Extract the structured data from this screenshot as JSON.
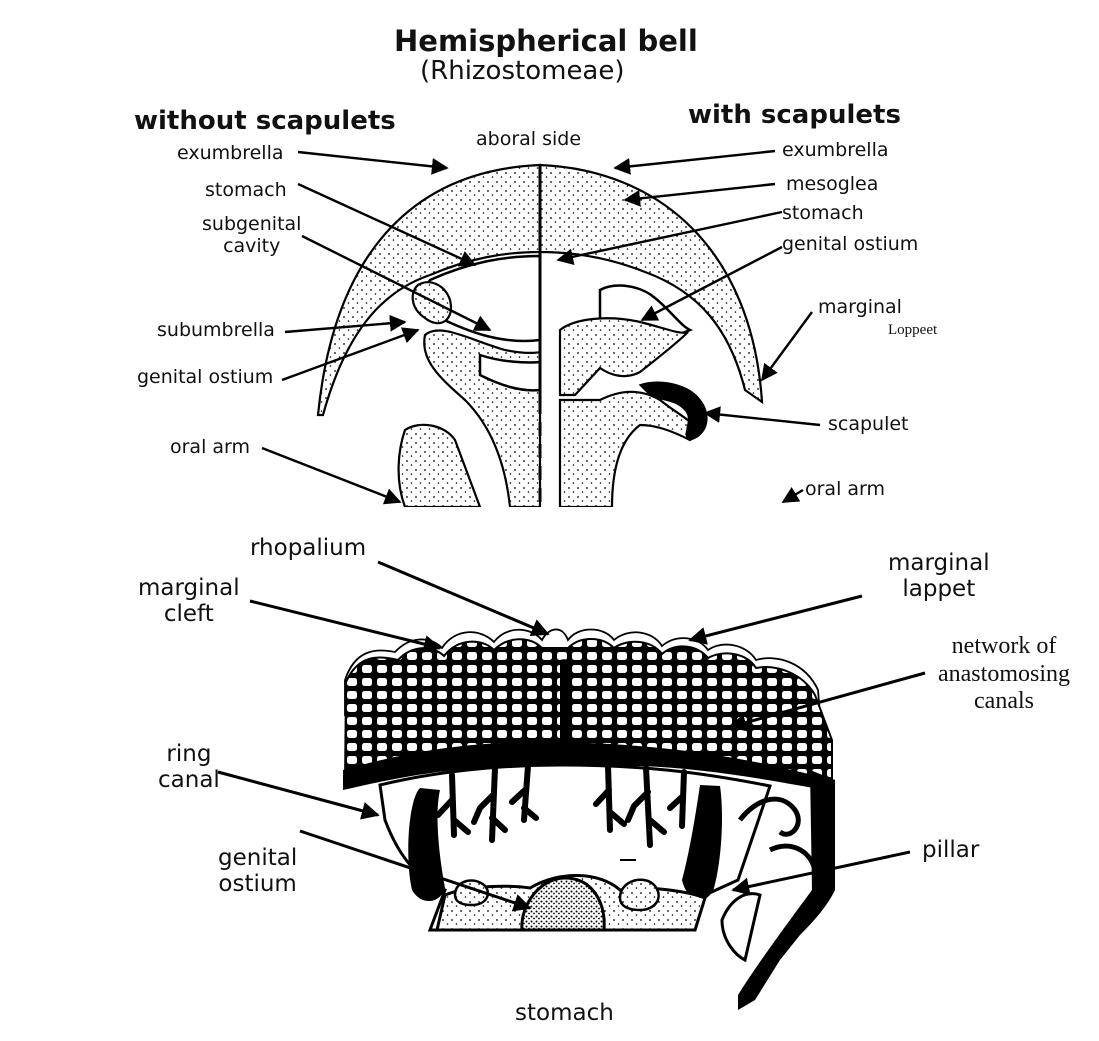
{
  "title": "Hemispherical bell",
  "subtitle": "(Rhizostomeae)",
  "top_panel": {
    "left_heading": "without scapulets",
    "right_heading": "with scapulets",
    "aboral": "aboral side",
    "left_labels": {
      "exumbrella": "exumbrella",
      "stomach": "stomach",
      "subgenital_cavity": "subgenital\ncavity",
      "subumbrella": "subumbrella",
      "genital_ostium": "genital ostium",
      "oral_arm": "oral arm"
    },
    "right_labels": {
      "exumbrella": "exumbrella",
      "mesoglea": "mesoglea",
      "stomach": "stomach",
      "genital_ostium": "genital ostium",
      "marginal": "marginal",
      "loppeet": "Loppeet",
      "scapulet": "scapulet",
      "oral_arm": "oral arm"
    }
  },
  "bottom_panel": {
    "rhopalium": "rhopalium",
    "marginal_cleft": "marginal\ncleft",
    "marginal_lappet": "marginal\nlappet",
    "network": "network of\nanastomosing\ncanals",
    "ring_canal": "ring\ncanal",
    "genital_ostium": "genital\nostium",
    "pillar": "pillar",
    "stomach": "stomach"
  }
}
